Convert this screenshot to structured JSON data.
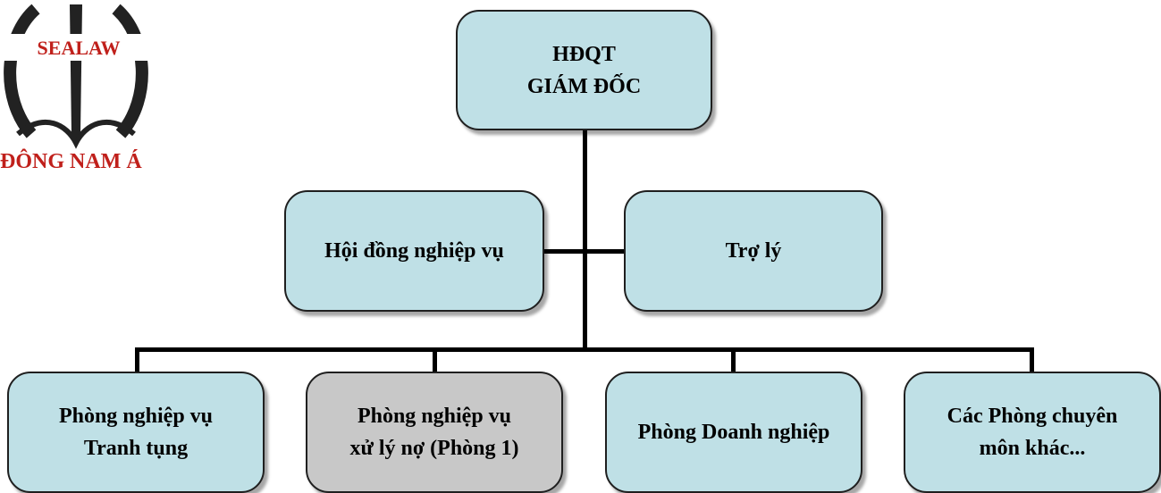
{
  "logo": {
    "emblem_text": "SEALAW",
    "caption": "ĐÔNG NAM Á",
    "color": "#c0201b"
  },
  "nodes": {
    "top": {
      "line1": "HĐQT",
      "line2": "GIÁM ĐỐC"
    },
    "council": {
      "label": "Hội đồng nghiệp vụ"
    },
    "assistant": {
      "label": "Trợ lý"
    },
    "dept_litigation": {
      "line1": "Phòng nghiệp vụ",
      "line2": "Tranh tụng"
    },
    "dept_debt": {
      "line1": "Phòng nghiệp vụ",
      "line2": "xử lý nợ (Phòng 1)",
      "highlighted": true
    },
    "dept_enterprise": {
      "label": "Phòng Doanh nghiệp"
    },
    "dept_other": {
      "line1": "Các Phòng chuyên",
      "line2": "môn khác..."
    }
  },
  "colors": {
    "box_fill": "#bfe0e6",
    "highlight_fill": "#c8c8c8",
    "connector": "#000000"
  }
}
